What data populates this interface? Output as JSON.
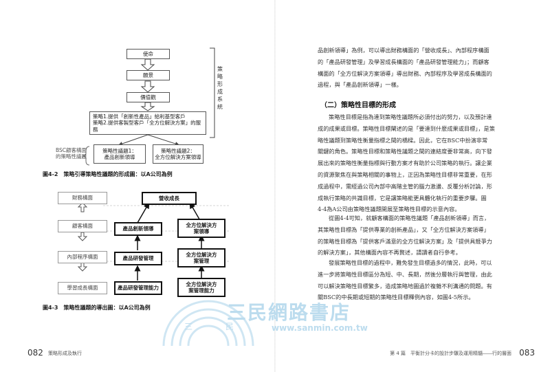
{
  "figure_4_2": {
    "top_boxes": [
      "使命",
      "願景",
      "價值觀"
    ],
    "side_label": "策略形成系統",
    "strategy_box": [
      "策略1.提供「創新性產品」給利基型客戶",
      "策略2.提供客製型客戶「全方位解決方案」的服務"
    ],
    "bsc_label": [
      "BSC顧客構面",
      "的策略性議題"
    ],
    "issue1": [
      "策略性議題1：",
      "產品創新領導"
    ],
    "issue2": [
      "策略性議題2：",
      "全方位解決方案領導"
    ],
    "caption": "圖4-2　策略引導策略性議題的形成圖：以A公司為例"
  },
  "figure_4_3": {
    "perspectives": [
      "財務構面",
      "顧客構面",
      "內部程序構面",
      "學習成長構面"
    ],
    "growth": "營收成長",
    "col1": [
      "產品創新領導",
      "產品研發管理",
      "產品研發管理能力"
    ],
    "col2": [
      "全方位解決方案領導",
      "全方位解決方案管理",
      "全方位解決方案管理能力"
    ],
    "caption": "圖4-3　策略性議題的導出圖：以A公司為例"
  },
  "right_page": {
    "intro_lines": [
      "品創新領導」為例，可以導出財務構面的「營收成長」、內部程序構面",
      "的「產品研發管理」及學習成長構面的「產品研發管理能力」；而顧客",
      "構面的「全方位解決方案領導」導出財務、內部程序及學習成長構面的",
      "過程，與「產品創新領導」一樣。"
    ],
    "heading": "（二）策略性目標的形成",
    "para1_lines": [
      "策略性目標是指為達到策略性議題所必須付出的努力，以及預計達",
      "成的成果或目標。策略性目標闡述的是「要達到什麼成果或目標」，是策",
      "略性議題到策略性衡量指標之間的橋樑。因此，它在BSC中扮演非常",
      "關鍵的角色。策略性目標和策略性議題之間的連結度要非常高，向下發",
      "展出來的策略性衡量指標與行動方案才有助於公司策略的執行。讓企業",
      "的資源聚焦在與策略相關的事物上，正因為策略性目標非常重要，在形",
      "成過程中，需經過公司內部中高階主管的腦力激盪、反覆分析討論，形",
      "成執行策略的共識目標，它是讓策略能更具體化執行的重要步驟。圖",
      "4-4為A公司由策略性議題開展至策略性目標的示意內容。"
    ],
    "para2_lines": [
      "從圖4-4可知，就顧客構面的策略性議題「產品創新領導」而言，",
      "其策略性目標為「提供專業的創新產品」，又「全方位解決方案領導」",
      "的策略性目標為「提供客戶滿意的全方位解決方案」及「提供具競爭力",
      "的解決方案」，其他構面內容不再贅述，請讀者自行參考。"
    ],
    "para3_lines": [
      "發展策略性目標的過程中，難免發生目標過多的情況，此時，可以",
      "進一步將策略性目標區分為短、中、長期，然後分層執行與管理，由此",
      "可以解決策略性目標繁多，造成策略地圖過於複雜不利溝通的問題。有",
      "關BSC的中長期或短期的策略性目標釋例內容，如圖4-5所示。"
    ]
  },
  "footer": {
    "left_page_num": "082",
    "left_title": "策略形成及執行",
    "right_title": "第 4 篇　平衡計分卡的設計步驟及運用精髓――行的層面",
    "right_page_num": "083"
  },
  "watermark": {
    "brand": "三民網路書店",
    "url": "www.sanmin.com.tw",
    "arc_chars": [
      "三",
      "民"
    ]
  }
}
